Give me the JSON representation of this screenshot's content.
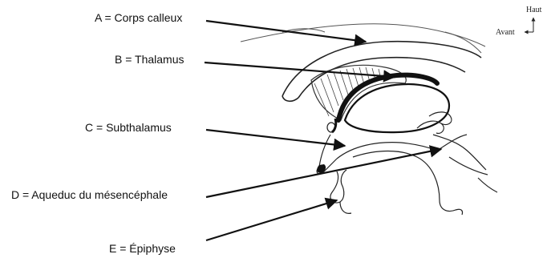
{
  "labels": {
    "a": "A = Corps calleux",
    "b": "B = Thalamus",
    "c": "C = Subthalamus",
    "d": "D = Aqueduc du mésencéphale",
    "e": "E = Épiphyse"
  },
  "orientation": {
    "up": "Haut",
    "forward": "Avant"
  },
  "colors": {
    "ink": "#111111",
    "sketch": "#333333",
    "background": "#ffffff"
  }
}
